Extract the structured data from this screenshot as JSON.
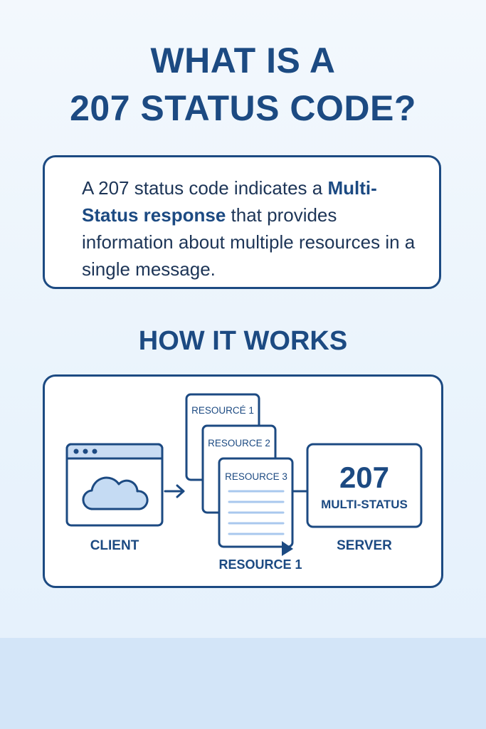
{
  "title": {
    "line1": "WHAT IS A",
    "line2": "207 STATUS CODE?"
  },
  "description": {
    "part1": "A 207 status code indicates a ",
    "highlight": "Multi-Status response",
    "part2": " that provides information about multiple resources in a single message."
  },
  "how_it_works": {
    "heading": "HOW IT WORKS"
  },
  "diagram": {
    "client_label": "CLIENT",
    "server_label": "SERVER",
    "status_code": "207",
    "status_text": "MULTI-STATUS",
    "documents": [
      {
        "label": "RESOURCÉ 1"
      },
      {
        "label": "RESOURCE 2"
      },
      {
        "label": "RESOURCE 3"
      }
    ],
    "bottom_resource_label": "RESOURCE 1"
  },
  "colors": {
    "primary": "#1c4a82",
    "browser_bar": "#c9dcf3",
    "cloud_fill": "#c5dbf3",
    "doc_lines": "#a9c8ee",
    "footer_band": "#d3e5f8"
  }
}
